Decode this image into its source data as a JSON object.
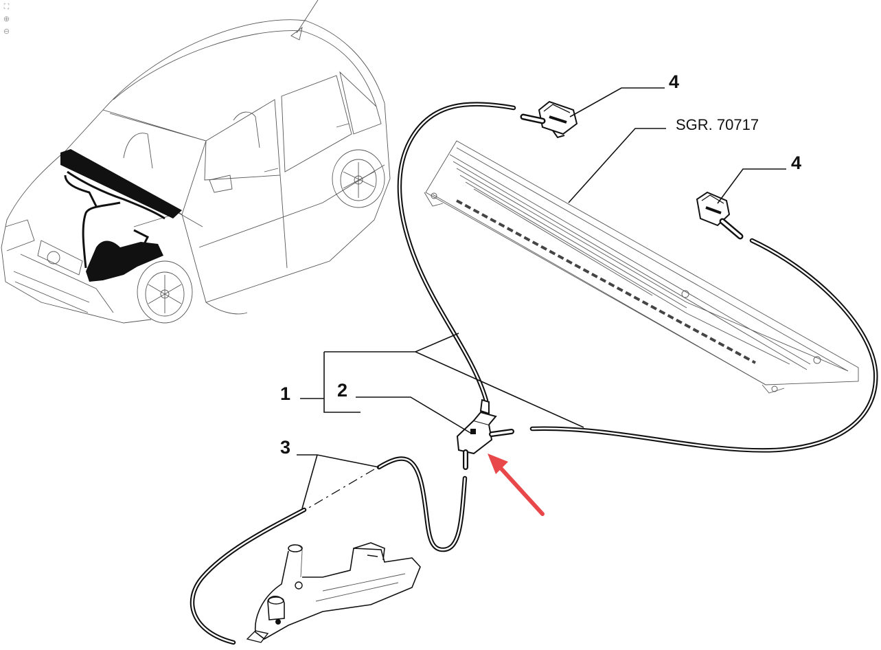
{
  "viewer": {
    "tools": [
      {
        "icon": "fit-screen-icon",
        "glyph": "⛶"
      },
      {
        "icon": "zoom-in-icon",
        "glyph": "⊕"
      },
      {
        "icon": "zoom-out-icon",
        "glyph": "⊖"
      }
    ]
  },
  "callouts": {
    "part1": "1",
    "part2": "2",
    "part3": "3",
    "part4a": "4",
    "part4b": "4",
    "reference": "SGR. 70717"
  },
  "colors": {
    "line": "#111111",
    "highlight_arrow": "#e8484a"
  }
}
